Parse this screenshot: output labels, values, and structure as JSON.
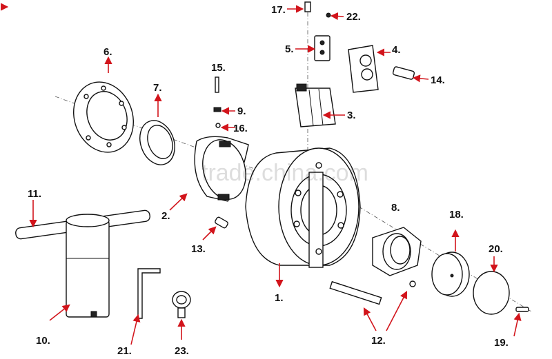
{
  "watermark": "trade.china.com",
  "accent_color": "#d2141b",
  "labels": [
    {
      "id": "p1",
      "text": "1."
    },
    {
      "id": "p2",
      "text": "2."
    },
    {
      "id": "p3",
      "text": "3."
    },
    {
      "id": "p4",
      "text": "4."
    },
    {
      "id": "p5",
      "text": "5."
    },
    {
      "id": "p6",
      "text": "6."
    },
    {
      "id": "p7",
      "text": "7."
    },
    {
      "id": "p8",
      "text": "8."
    },
    {
      "id": "p9",
      "text": "9."
    },
    {
      "id": "p10",
      "text": "10."
    },
    {
      "id": "p11",
      "text": "11."
    },
    {
      "id": "p12",
      "text": "12."
    },
    {
      "id": "p13",
      "text": "13."
    },
    {
      "id": "p14",
      "text": "14."
    },
    {
      "id": "p15",
      "text": "15."
    },
    {
      "id": "p16",
      "text": "16."
    },
    {
      "id": "p17",
      "text": "17."
    },
    {
      "id": "p18",
      "text": "18."
    },
    {
      "id": "p19",
      "text": "19."
    },
    {
      "id": "p20",
      "text": "20."
    },
    {
      "id": "p21",
      "text": "21."
    },
    {
      "id": "p22",
      "text": "22."
    },
    {
      "id": "p23",
      "text": "23."
    }
  ]
}
